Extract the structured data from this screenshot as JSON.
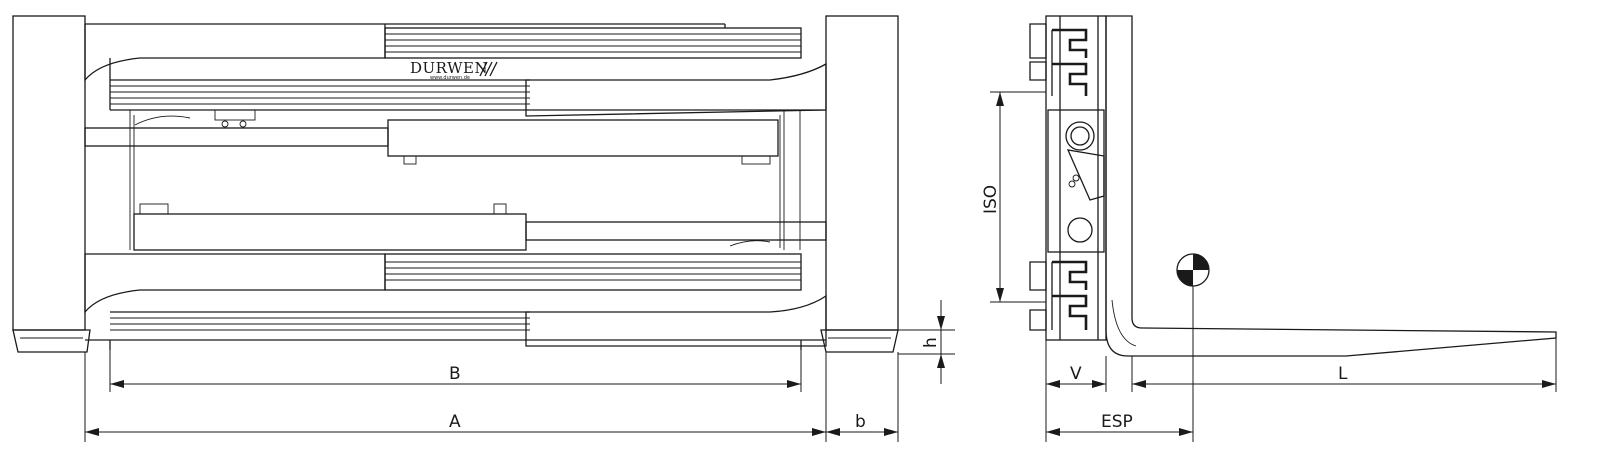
{
  "brand": {
    "name": "DURWEN",
    "url": "www.durwen.de"
  },
  "dimensions": {
    "A": "A",
    "B": "B",
    "b": "b",
    "h": "h",
    "ISO": "ISO",
    "V": "V",
    "ESP": "ESP",
    "L": "L"
  }
}
